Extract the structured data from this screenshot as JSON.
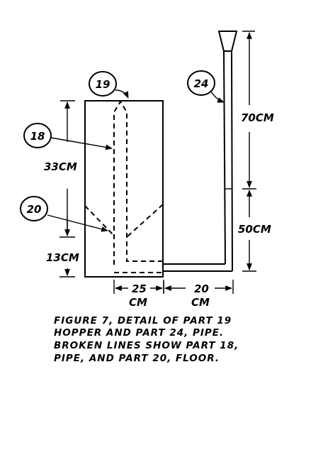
{
  "callouts": {
    "part19": "19",
    "part24": "24",
    "part18": "18",
    "part20": "20"
  },
  "dimensions": {
    "hopper_upper_height": "33CM",
    "hopper_lower_height": "13CM",
    "pipe_upper_height": "70CM",
    "pipe_lower_height": "50CM",
    "hopper_width": "25",
    "hopper_width_unit": "CM",
    "pipe_offset": "20",
    "pipe_offset_unit": "CM"
  },
  "caption": [
    "FIGURE 7, DETAIL OF PART 19",
    "HOPPER AND PART 24, PIPE.",
    "BROKEN LINES SHOW PART 18,",
    "PIPE, AND PART 20, FLOOR."
  ]
}
